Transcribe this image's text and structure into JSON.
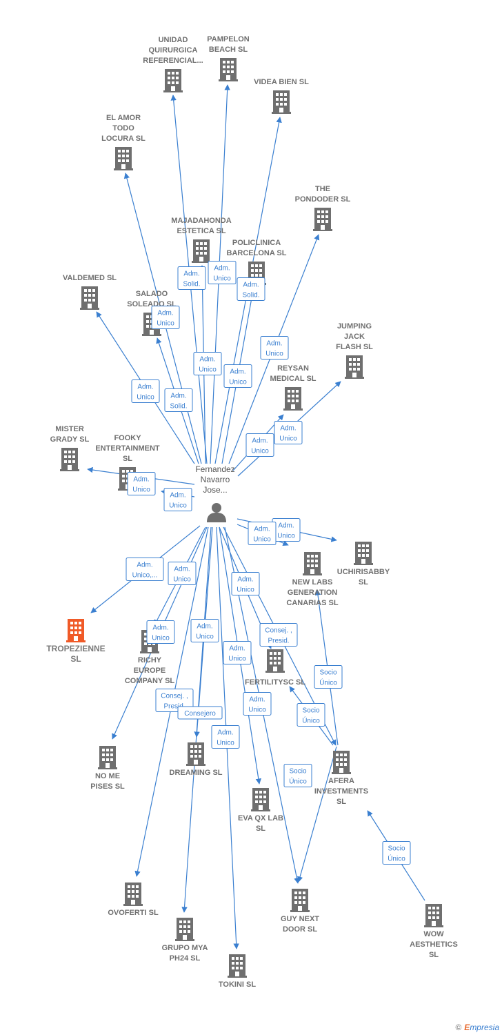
{
  "colors": {
    "edge": "#3a7fd0",
    "building": "#6f6f6f",
    "highlight": "#f05a28",
    "person": "#6f6f6f"
  },
  "person": {
    "label": [
      "Fernandez",
      "Navarro",
      "Jose..."
    ]
  },
  "companies": [
    {
      "id": "unidad",
      "lines": [
        "UNIDAD",
        "QUIRURGICA",
        "REFERENCIAL..."
      ]
    },
    {
      "id": "pampelon",
      "lines": [
        "PAMPELON",
        "BEACH  SL"
      ]
    },
    {
      "id": "videa",
      "lines": [
        "VIDEA BIEN  SL"
      ]
    },
    {
      "id": "elamor",
      "lines": [
        "EL AMOR",
        "TODO",
        "LOCURA  SL"
      ]
    },
    {
      "id": "pondoder",
      "lines": [
        "THE",
        "PONDODER SL"
      ]
    },
    {
      "id": "majadahonda",
      "lines": [
        "MAJADAHONDA",
        "ESTETICA  SL"
      ]
    },
    {
      "id": "policlinica",
      "lines": [
        "POLICLINICA",
        "BARCELONA SL"
      ]
    },
    {
      "id": "valdemed",
      "lines": [
        "VALDEMED  SL"
      ]
    },
    {
      "id": "salado",
      "lines": [
        "SALADO",
        "SOLEADO  SL"
      ]
    },
    {
      "id": "jumping",
      "lines": [
        "JUMPING",
        "JACK",
        "FLASH  SL"
      ]
    },
    {
      "id": "reysan",
      "lines": [
        "REYSAN",
        "MEDICAL  SL"
      ]
    },
    {
      "id": "mister",
      "lines": [
        "MISTER",
        "GRADY SL"
      ]
    },
    {
      "id": "fooky",
      "lines": [
        "FOOKY",
        "ENTERTAINMENT",
        "SL"
      ]
    },
    {
      "id": "uchiri",
      "lines": [
        "UCHIRISABBY",
        "SL"
      ]
    },
    {
      "id": "newlabs",
      "lines": [
        "NEW LABS",
        "GENERATION",
        "CANARIAS  SL"
      ]
    },
    {
      "id": "tropezienne",
      "lines": [
        "TROPEZIENNE",
        "SL"
      ],
      "highlight": true
    },
    {
      "id": "richy",
      "lines": [
        "RICHY",
        "EUROPE",
        "COMPANY  SL"
      ]
    },
    {
      "id": "fertility",
      "lines": [
        "FERTILITYSC SL"
      ]
    },
    {
      "id": "nomepises",
      "lines": [
        "NO ME",
        "PISES  SL"
      ]
    },
    {
      "id": "dreaming",
      "lines": [
        "DREAMING SL"
      ]
    },
    {
      "id": "afera",
      "lines": [
        "AFERA",
        "INVESTMENTS",
        "SL"
      ]
    },
    {
      "id": "evaqx",
      "lines": [
        "EVA QX LAB",
        "SL"
      ]
    },
    {
      "id": "ovoferti",
      "lines": [
        "OVOFERTI  SL"
      ]
    },
    {
      "id": "guynext",
      "lines": [
        "GUY NEXT",
        "DOOR  SL"
      ]
    },
    {
      "id": "wow",
      "lines": [
        "WOW",
        "AESTHETICS",
        "SL"
      ]
    },
    {
      "id": "grupomya",
      "lines": [
        "GRUPO MYA",
        "PH24  SL"
      ]
    },
    {
      "id": "tokini",
      "lines": [
        "TOKINI SL"
      ]
    }
  ],
  "edges": [
    {
      "from": "person",
      "to": "unidad",
      "label": [
        "Adm.",
        "Solid."
      ]
    },
    {
      "from": "person",
      "to": "pampelon",
      "label": [
        "Adm.",
        "Unico"
      ]
    },
    {
      "from": "person",
      "to": "videa",
      "label": [
        "Adm.",
        "Solid."
      ]
    },
    {
      "from": "person",
      "to": "elamor",
      "label": [
        "Adm.",
        "Unico"
      ]
    },
    {
      "from": "person",
      "to": "pondoder",
      "label": [
        "Adm.",
        "Unico"
      ]
    },
    {
      "from": "person",
      "to": "majadahonda",
      "label": [
        "Adm.",
        "Unico"
      ]
    },
    {
      "from": "person",
      "to": "policlinica",
      "label": [
        "Adm.",
        "Unico"
      ]
    },
    {
      "from": "person",
      "to": "valdemed",
      "label": [
        "Adm.",
        "Unico"
      ]
    },
    {
      "from": "person",
      "to": "salado",
      "label": [
        "Adm.",
        "Solid."
      ]
    },
    {
      "from": "person",
      "to": "jumping",
      "label": [
        "Adm.",
        "Unico"
      ]
    },
    {
      "from": "person",
      "to": "reysan",
      "label": [
        "Adm.",
        "Unico"
      ]
    },
    {
      "from": "person",
      "to": "mister",
      "label": [
        "Adm.",
        "Unico"
      ]
    },
    {
      "from": "person",
      "to": "fooky",
      "label": [
        "Adm.",
        "Unico"
      ]
    },
    {
      "from": "person",
      "to": "uchiri",
      "label": [
        "Adm.",
        "Unico"
      ]
    },
    {
      "from": "person",
      "to": "newlabs",
      "label": [
        "Adm.",
        "Unico"
      ]
    },
    {
      "from": "person",
      "to": "tropezienne",
      "label": [
        "Adm.",
        "Unico,..."
      ]
    },
    {
      "from": "person",
      "to": "richy",
      "label": [
        "Adm.",
        "Unico"
      ]
    },
    {
      "from": "person",
      "to": "fertility",
      "label": [
        "Adm.",
        "Unico"
      ]
    },
    {
      "from": "person",
      "to": "nomepises",
      "label": [
        "Adm.",
        "Unico"
      ]
    },
    {
      "from": "person",
      "to": "dreaming",
      "label": [
        "Adm.",
        "Unico"
      ]
    },
    {
      "from": "person",
      "to": "afera",
      "label": [
        "Consej. ,",
        "Presid."
      ]
    },
    {
      "from": "person",
      "to": "evaqx",
      "label": [
        "Adm.",
        "Unico"
      ]
    },
    {
      "from": "person",
      "to": "ovoferti",
      "label": [
        "Consej. ,",
        "Presid."
      ]
    },
    {
      "from": "person",
      "to": "guynext",
      "label": [
        "Adm.",
        "Unico"
      ]
    },
    {
      "from": "person",
      "to": "grupomya",
      "label": [
        "Consejero"
      ]
    },
    {
      "from": "person",
      "to": "tokini",
      "label": [
        "Adm.",
        "Unico"
      ]
    },
    {
      "from": "afera",
      "to": "newlabs",
      "label": [
        "Socio",
        "Único"
      ]
    },
    {
      "from": "afera",
      "to": "fertility",
      "label": [
        "Socio",
        "Único"
      ]
    },
    {
      "from": "afera",
      "to": "guynext",
      "label": [
        "Socio",
        "Único"
      ]
    },
    {
      "from": "wow",
      "to": "afera",
      "label": [
        "Socio",
        "Único"
      ]
    }
  ],
  "brand": {
    "copyright": "©",
    "e": "E",
    "rest": "mpresia"
  }
}
